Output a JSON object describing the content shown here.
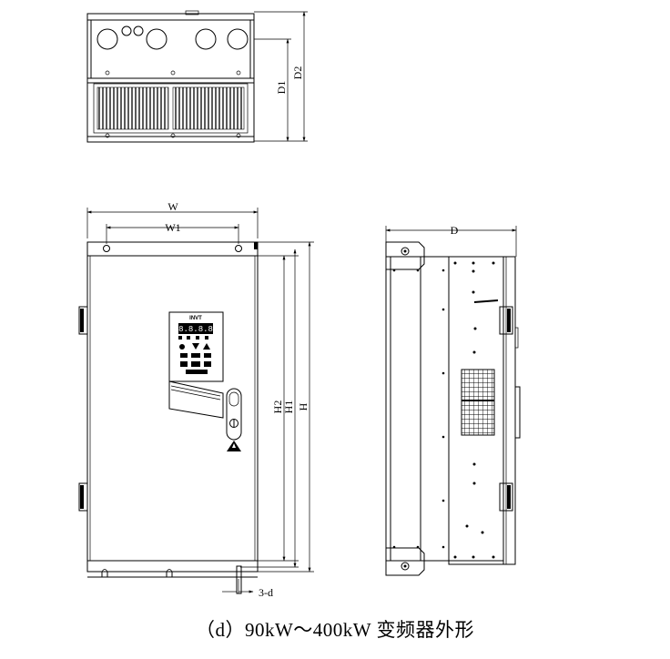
{
  "dimensions": {
    "w": "W",
    "w1": "W1",
    "d": "D",
    "d1": "D1",
    "d2": "D2",
    "h": "H",
    "h1": "H1",
    "h2": "H2",
    "holes": "3-d"
  },
  "panel": {
    "logo": "INVT",
    "display": "8.8.8.8"
  },
  "caption": "（d）90kW～400kW 变频器外形"
}
